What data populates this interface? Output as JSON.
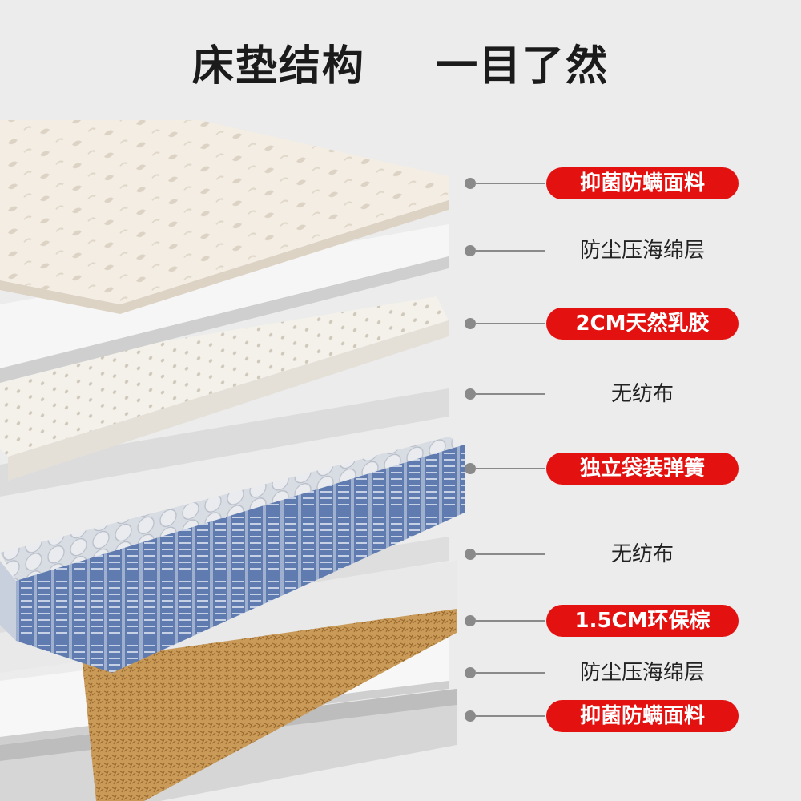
{
  "title": "床垫结构  一目了然",
  "colors": {
    "accent_red": "#e3110f",
    "leader_gray": "#8a8a8a",
    "background": "#ececec"
  },
  "layers": [
    {
      "label": "抑菌防螨面料",
      "highlight": true
    },
    {
      "label": "防尘压海绵层",
      "highlight": false
    },
    {
      "label": "2CM天然乳胶",
      "highlight": true
    },
    {
      "label": "无纺布",
      "highlight": false
    },
    {
      "label": "独立袋装弹簧",
      "highlight": true
    },
    {
      "label": "无纺布",
      "highlight": false
    },
    {
      "label": "1.5CM环保棕",
      "highlight": true
    },
    {
      "label": "防尘压海绵层",
      "highlight": false
    },
    {
      "label": "抑菌防螨面料",
      "highlight": true
    }
  ]
}
